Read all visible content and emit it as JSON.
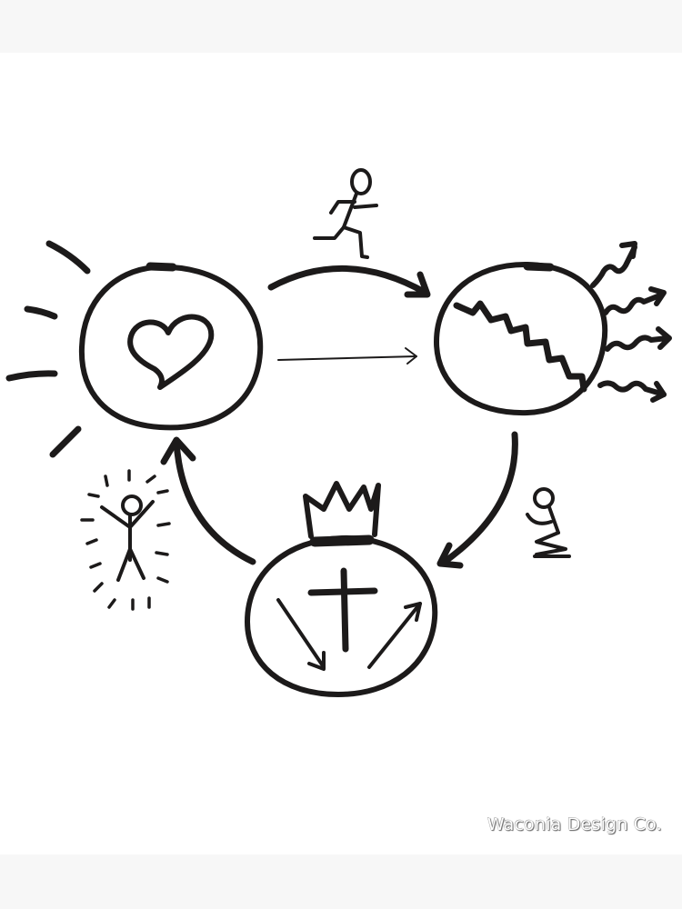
{
  "page": {
    "background": "#ffffff",
    "band_color": "#f7f7f7",
    "ink_color": "#1c1a1a"
  },
  "artwork": {
    "description": "Hand-drawn gospel cycle diagram",
    "nodes": [
      {
        "id": "heart-circle",
        "icon": "heart-icon",
        "decoration": "sun-rays"
      },
      {
        "id": "broken-circle",
        "icon": "zigzag-crack",
        "decoration": "squiggly-arrows"
      },
      {
        "id": "crowned-circle",
        "icon": "cross-icon",
        "decoration": "crown"
      }
    ],
    "figures": [
      "running-stick-figure",
      "kneeling-stick-figure",
      "rejoicing-stick-figure"
    ],
    "arrows": [
      "heart-to-broken-curved",
      "heart-to-broken-straight",
      "broken-to-crowned",
      "crowned-to-heart"
    ]
  },
  "watermark": {
    "text": "Waconia Design Co."
  }
}
